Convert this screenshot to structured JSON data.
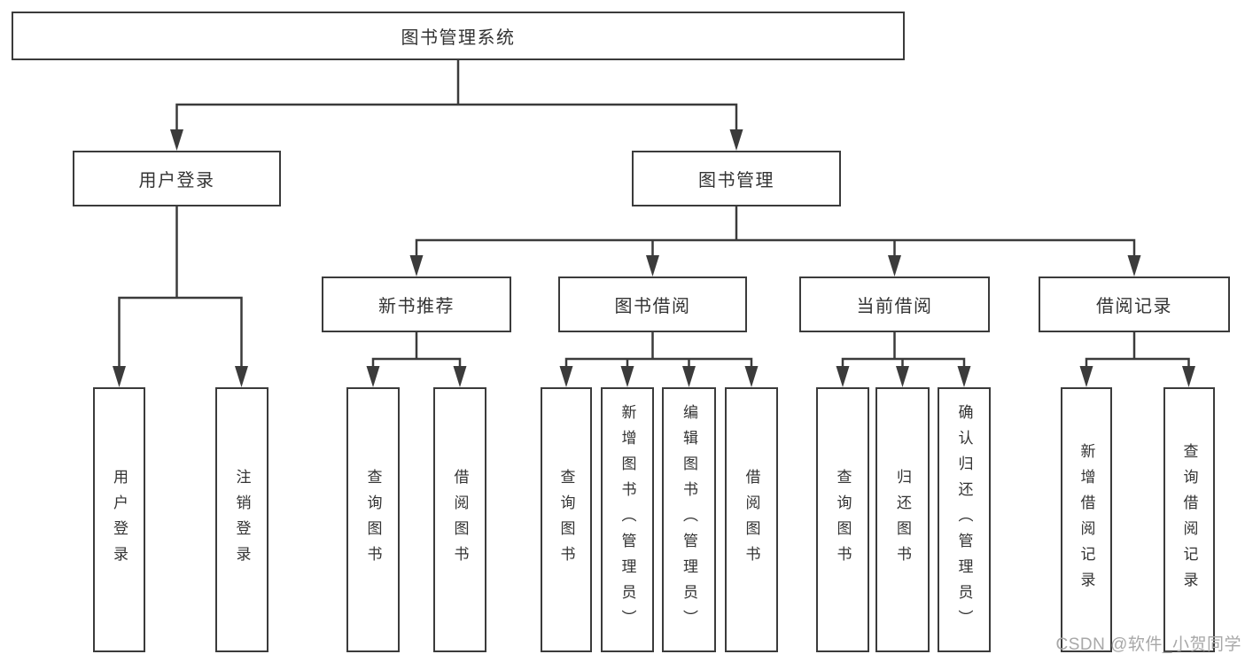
{
  "colors": {
    "page_bg": "#ffffff",
    "box_bg": "#ffffff",
    "line": "#3b3b3b",
    "text": "#333333",
    "watermark": "#a8a8a8"
  },
  "labels": {
    "root": "图书管理系统",
    "user_login": "用户登录",
    "book_mgmt": "图书管理",
    "new_book_rec": "新书推荐",
    "book_borrow": "图书借阅",
    "current_borrow": "当前借阅",
    "borrow_records": "借阅记录",
    "leaf_login": "用户登录",
    "leaf_logout": "注销登录",
    "leaf_nbr_query": "查询图书",
    "leaf_nbr_borrow": "借阅图书",
    "leaf_bb_query": "查询图书",
    "leaf_bb_add": "新增图书（管理员）",
    "leaf_bb_edit": "编辑图书（管理员）",
    "leaf_bb_borrow": "借阅图书",
    "leaf_cb_query": "查询图书",
    "leaf_cb_return": "归还图书",
    "leaf_cb_confirm": "确认归还（管理员）",
    "leaf_br_add": "新增借阅记录",
    "leaf_br_query": "查询借阅记录"
  },
  "hierarchy": {
    "图书管理系统": {
      "用户登录": [
        "用户登录",
        "注销登录"
      ],
      "图书管理": {
        "新书推荐": [
          "查询图书",
          "借阅图书"
        ],
        "图书借阅": [
          "查询图书",
          "新增图书（管理员）",
          "编辑图书（管理员）",
          "借阅图书"
        ],
        "当前借阅": [
          "查询图书",
          "归还图书",
          "确认归还（管理员）"
        ],
        "借阅记录": [
          "新增借阅记录",
          "查询借阅记录"
        ]
      }
    }
  },
  "watermark": {
    "text": "CSDN @软件_小贺同学"
  }
}
